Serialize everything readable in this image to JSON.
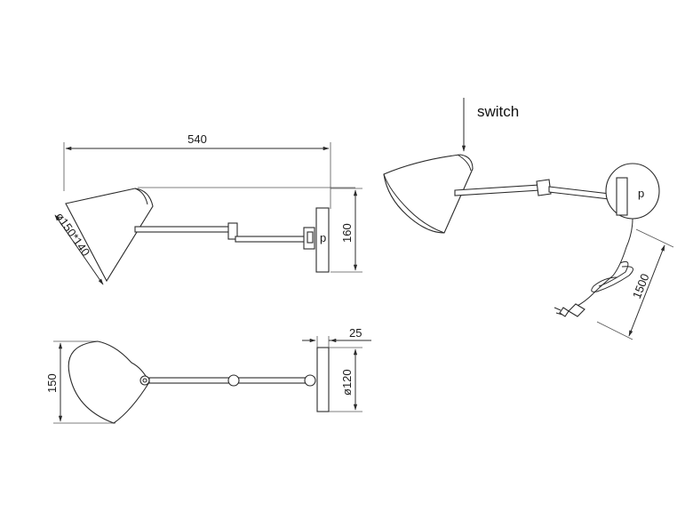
{
  "dimensions": {
    "overall_width": "540",
    "shade_size": "ø150*140",
    "backplate_height": "160",
    "shade_width_top": "150",
    "backplate_depth": "25",
    "backplate_diameter": "ø120",
    "cord_length": "1500"
  },
  "labels": {
    "switch": "switch"
  },
  "colors": {
    "line": "#2b2b2b",
    "background": "#ffffff"
  }
}
